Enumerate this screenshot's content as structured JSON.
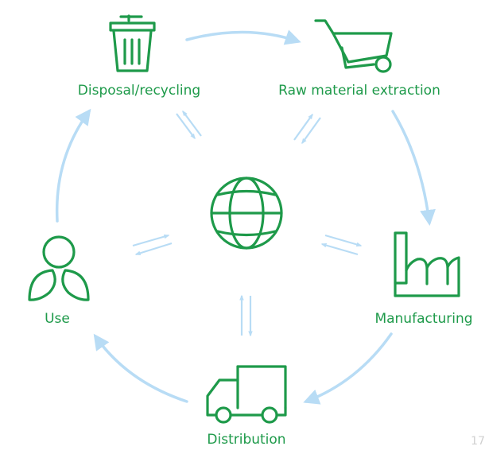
{
  "colors": {
    "icon_green": "#1e9a4a",
    "label_green": "#1e9a4a",
    "arrow_blue": "#b8dcf5",
    "page_number_gray": "#d0d0d0"
  },
  "center": {
    "icon": "globe-icon"
  },
  "stages": [
    {
      "id": "disposal",
      "label": "Disposal/recycling",
      "icon": "trash-can-icon"
    },
    {
      "id": "extraction",
      "label": "Raw material extraction",
      "icon": "wheelbarrow-icon"
    },
    {
      "id": "manufacturing",
      "label": "Manufacturing",
      "icon": "factory-icon"
    },
    {
      "id": "distribution",
      "label": "Distribution",
      "icon": "truck-icon"
    },
    {
      "id": "use",
      "label": "Use",
      "icon": "person-icon"
    }
  ],
  "page_number": "17"
}
